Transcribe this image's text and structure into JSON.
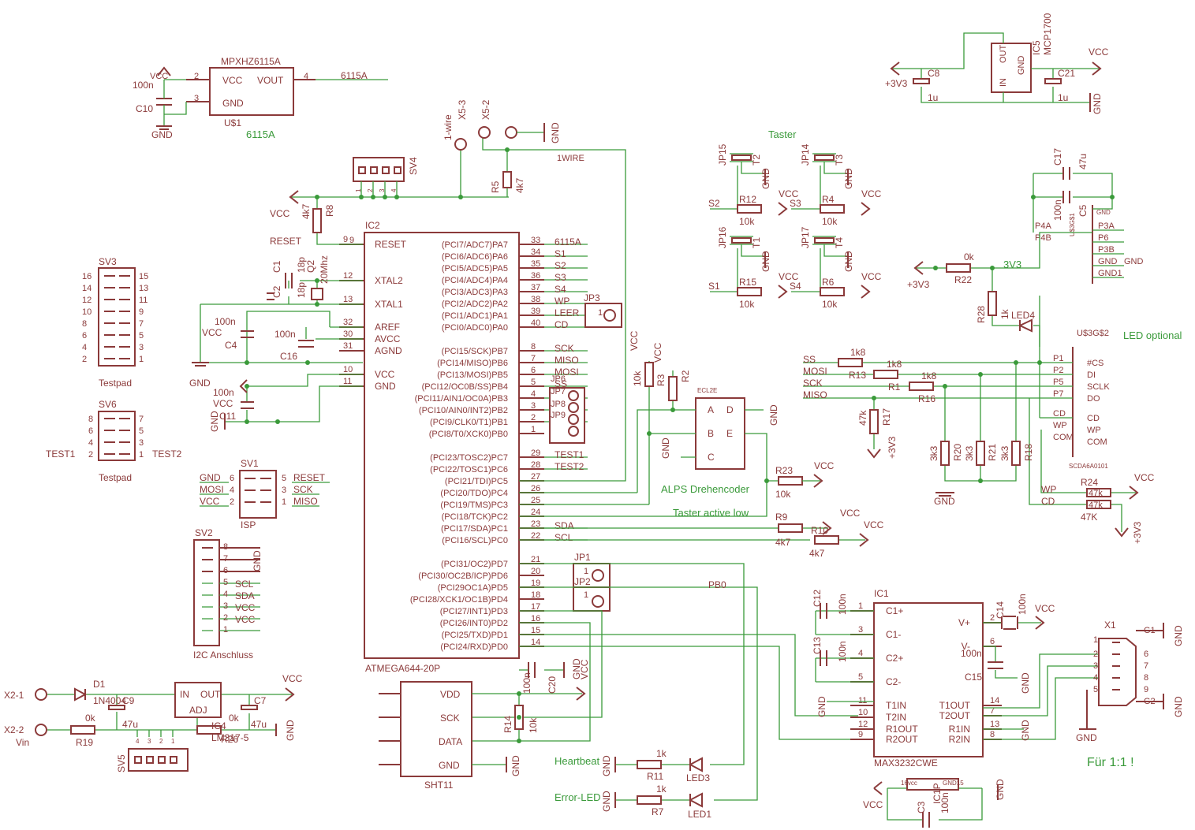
{
  "diagram": {
    "notes": {
      "taster": "Taster",
      "led_optional": "LED optional",
      "alps": "ALPS Drehencoder",
      "taster_low": "Taster active low",
      "fuer": "Für 1:1 !",
      "heartbeat": "Heartbeat",
      "error_led": "Error-LED",
      "i2c": "I2C Anschluss",
      "testpad": "Testpad",
      "isp": "ISP",
      "onewire": "1WIRE",
      "pb0": "PB0",
      "threev3": "3V3"
    },
    "ic2": {
      "name": "IC2",
      "part": "ATMEGA644-20P",
      "left_pins": [
        {
          "num": "9",
          "name": "RESET"
        },
        {
          "num": "12",
          "name": "XTAL2"
        },
        {
          "num": "13",
          "name": "XTAL1"
        },
        {
          "num": "32",
          "name": "AREF"
        },
        {
          "num": "30",
          "name": "AVCC"
        },
        {
          "num": "31",
          "name": "AGND"
        },
        {
          "num": "10",
          "name": "VCC"
        },
        {
          "num": "11",
          "name": "GND"
        }
      ],
      "right_pins": [
        {
          "num": "33",
          "name": "(PCI7/ADC7)PA7",
          "net": "6115A"
        },
        {
          "num": "34",
          "name": "(PCI6/ADC6)PA6",
          "net": "S1"
        },
        {
          "num": "35",
          "name": "(PCI5/ADC5)PA5",
          "net": "S2"
        },
        {
          "num": "36",
          "name": "(PCI4/ADC4)PA4",
          "net": "S3"
        },
        {
          "num": "37",
          "name": "(PCI3/ADC3)PA3",
          "net": "S4"
        },
        {
          "num": "38",
          "name": "(PCI2/ADC2)PA2",
          "net": "WP"
        },
        {
          "num": "39",
          "name": "(PCI1/ADC1)PA1",
          "net": "LEER"
        },
        {
          "num": "40",
          "name": "(PCI0/ADC0)PA0",
          "net": "CD"
        },
        {
          "num": "8",
          "name": "(PCI15/SCK)PB7",
          "net": "SCK"
        },
        {
          "num": "7",
          "name": "(PCI14/MISO)PB6",
          "net": "MISO"
        },
        {
          "num": "6",
          "name": "(PCI13/MOSI)PB5",
          "net": "MOSI"
        },
        {
          "num": "5",
          "name": "(PCI12/OC0B/SS)PB4",
          "net": "SS"
        },
        {
          "num": "4",
          "name": "(PCI11/AIN1/OC0A)PB3",
          "net": "JP7"
        },
        {
          "num": "3",
          "name": "(PCI10/AIN0/INT2)PB2",
          "net": "JP8"
        },
        {
          "num": "2",
          "name": "(PCI9/CLK0/T1)PB1",
          "net": "JP9"
        },
        {
          "num": "1",
          "name": "(PCI8/T0/XCK0)PB0",
          "net": ""
        },
        {
          "num": "29",
          "name": "(PCI23/TOSC2)PC7",
          "net": "TEST1"
        },
        {
          "num": "28",
          "name": "(PCI22/TOSC1)PC6",
          "net": "TEST2"
        },
        {
          "num": "27",
          "name": "(PCI21/TDI)PC5",
          "net": ""
        },
        {
          "num": "26",
          "name": "(PCI20/TDO)PC4",
          "net": ""
        },
        {
          "num": "25",
          "name": "(PCI19/TMS)PC3",
          "net": ""
        },
        {
          "num": "24",
          "name": "(PCI18/TCK)PC2",
          "net": ""
        },
        {
          "num": "23",
          "name": "(PCI17/SDA)PC1",
          "net": "SDA"
        },
        {
          "num": "22",
          "name": "(PCI16/SCL)PC0",
          "net": "SCL"
        },
        {
          "num": "21",
          "name": "(PCI31/OC2)PD7",
          "net": ""
        },
        {
          "num": "20",
          "name": "(PCI30/OC2B/ICP)PD6",
          "net": ""
        },
        {
          "num": "19",
          "name": "(PCI29OC1A)PD5",
          "net": ""
        },
        {
          "num": "18",
          "name": "(PCI28/XCK1/OC1B)PD4",
          "net": ""
        },
        {
          "num": "17",
          "name": "(PCI27/INT1)PD3",
          "net": ""
        },
        {
          "num": "16",
          "name": "(PCI26/INT0)PD2",
          "net": ""
        },
        {
          "num": "15",
          "name": "(PCI25/TXD)PD1",
          "net": ""
        },
        {
          "num": "14",
          "name": "(PCI24/RXD)PD0",
          "net": ""
        }
      ]
    },
    "ic1": {
      "name": "IC1",
      "part": "MAX3232CWE",
      "left_pins": [
        {
          "num": "1",
          "name": "C1+"
        },
        {
          "num": "3",
          "name": "C1-"
        },
        {
          "num": "4",
          "name": "C2+"
        },
        {
          "num": "5",
          "name": "C2-"
        },
        {
          "num": "11",
          "name": "T1IN"
        },
        {
          "num": "10",
          "name": "T2IN"
        },
        {
          "num": "12",
          "name": "R1OUT"
        },
        {
          "num": "9",
          "name": "R2OUT"
        }
      ],
      "right_pins": [
        {
          "num": "2",
          "name": "V+"
        },
        {
          "num": "6",
          "name": "V-"
        },
        {
          "num": "14",
          "name": "T1OUT"
        },
        {
          "num": "7",
          "name": "T2OUT"
        },
        {
          "num": "13",
          "name": "R1IN"
        },
        {
          "num": "8",
          "name": "R2IN"
        }
      ]
    },
    "sensor": {
      "name": "MPXHZ6115A",
      "ref": "U$1",
      "value": "6115A",
      "pins": [
        {
          "num": "2",
          "name": "VCC"
        },
        {
          "num": "3",
          "name": "GND"
        },
        {
          "num": "4",
          "name": "VOUT"
        }
      ],
      "net": "6115A"
    },
    "sht": {
      "name": "SHT11",
      "pins": [
        "VDD",
        "SCK",
        "DATA",
        "GND"
      ]
    },
    "ic5": {
      "name": "IC5",
      "part": "MCP1700",
      "pins": [
        "OUT",
        "IN",
        "GND"
      ]
    },
    "ic4": {
      "name": "IC4",
      "part": "LM317-5",
      "pins": [
        "IN",
        "OUT",
        "ADJ"
      ]
    },
    "encoder": {
      "name": "ECL2E",
      "pins": [
        "A",
        "B",
        "C",
        "D",
        "E"
      ]
    },
    "sdcard": {
      "name": "U$3G$2",
      "part": "SCDA6A0101",
      "pins": [
        {
          "num": "P1",
          "name": "#CS",
          "net": "SS"
        },
        {
          "num": "P2",
          "name": "DI",
          "net": "MOSI"
        },
        {
          "num": "P5",
          "name": "SCLK",
          "net": "SCK"
        },
        {
          "num": "P7",
          "name": "DO",
          "net": "MISO"
        },
        {
          "num": "CD",
          "name": "CD",
          "net": ""
        },
        {
          "num": "WP",
          "name": "WP",
          "net": "WP"
        },
        {
          "num": "COM",
          "name": "COM",
          "net": "CD"
        }
      ],
      "gate2": {
        "name": "U$3G$1",
        "pins": [
          "P4A",
          "P4B",
          "P6",
          "P3A",
          "P3B",
          "GND",
          "GND1",
          "GND"
        ]
      }
    },
    "serial": {
      "name": "X1",
      "pins": [
        "1",
        "2",
        "3",
        "4",
        "5",
        "6",
        "7",
        "8",
        "9",
        "G1",
        "G2"
      ]
    },
    "power": {
      "vcc": "VCC",
      "gnd": "GND",
      "plus3v3": "+3V3",
      "x2_1": "X2-1",
      "x2_2": "X2-2",
      "vin": "Vin"
    },
    "connectors": {
      "x5_3": "X5-3",
      "x5_2": "X5-2",
      "onewire_label": "1-wire",
      "jp3": "JP3",
      "jp1": "JP1",
      "jp2": "JP2",
      "jp6": "JP6",
      "jp7": "JP7",
      "jp8": "JP8",
      "jp9": "JP9",
      "sv1": {
        "name": "SV1",
        "labels": [
          "GND",
          "MOSI",
          "VCC",
          "RESET",
          "SCK",
          "MISO"
        ],
        "nums": [
          "6",
          "4",
          "2",
          "5",
          "3",
          "1"
        ]
      },
      "sv2": {
        "name": "SV2",
        "labels": [
          "GND",
          "SCL",
          "SDA",
          "VCC",
          "VCC"
        ],
        "nums": [
          "8",
          "7",
          "6",
          "5",
          "4",
          "3",
          "2",
          "1"
        ]
      },
      "sv3": {
        "name": "SV3",
        "left": [
          "16",
          "14",
          "12",
          "10",
          "8",
          "6",
          "4",
          "2"
        ],
        "right": [
          "15",
          "13",
          "11",
          "9",
          "7",
          "5",
          "3",
          "1"
        ]
      },
      "sv4": {
        "name": "SV4",
        "nums": [
          "1",
          "2",
          "3",
          "4"
        ]
      },
      "sv5": {
        "name": "SV5",
        "nums": [
          "4",
          "3",
          "2",
          "1"
        ]
      },
      "sv6": {
        "name": "SV6",
        "left": [
          "8",
          "6",
          "4",
          "2"
        ],
        "right": [
          "7",
          "5",
          "3",
          "1"
        ],
        "test1": "TEST1",
        "test2": "TEST2"
      }
    },
    "taster": [
      {
        "jp": "JP15",
        "t": "T2",
        "s": "S2",
        "r": "R12",
        "rv": "10k"
      },
      {
        "jp": "JP14",
        "t": "T3",
        "s": "S3",
        "r": "R4",
        "rv": "10k"
      },
      {
        "jp": "JP16",
        "t": "T1",
        "s": "S1",
        "r": "R15",
        "rv": "10k"
      },
      {
        "jp": "JP17",
        "t": "T4",
        "s": "S4",
        "r": "R6",
        "rv": "10k"
      }
    ],
    "parts": {
      "C10": "100n",
      "C1": "18p",
      "C2": "18p",
      "Q2": "20Mhz",
      "C4": "100n",
      "C16": "100n",
      "C11": "100n",
      "R8": "4k7",
      "R5": "4k7",
      "R2": "",
      "R3": "10k",
      "R23": "10k",
      "R9": "4k7",
      "R10": "4k7",
      "R14": "10k",
      "C20": "100n",
      "R11": "1k",
      "R7": "1k",
      "D1": "1N4004",
      "C9": "47u",
      "C7": "47u",
      "R19": "0k",
      "R26": "0k",
      "C8": "1u",
      "C21": "1u",
      "C17": "47u",
      "C5": "100n",
      "R22": "0k",
      "R28": "1k",
      "R13": "1k8",
      "R1": "1k8",
      "R16": "1k8",
      "R17": "47k",
      "R20": "3k3",
      "R21": "3k3",
      "R18": "3k3",
      "R24": "47k",
      "R25": "47k",
      "C12": "100n",
      "C13": "100n",
      "C14": "100n",
      "C15": "100n",
      "C3": "100n",
      "LED1": "LED1",
      "LED3": "LED3",
      "LED4": "LED4"
    }
  }
}
